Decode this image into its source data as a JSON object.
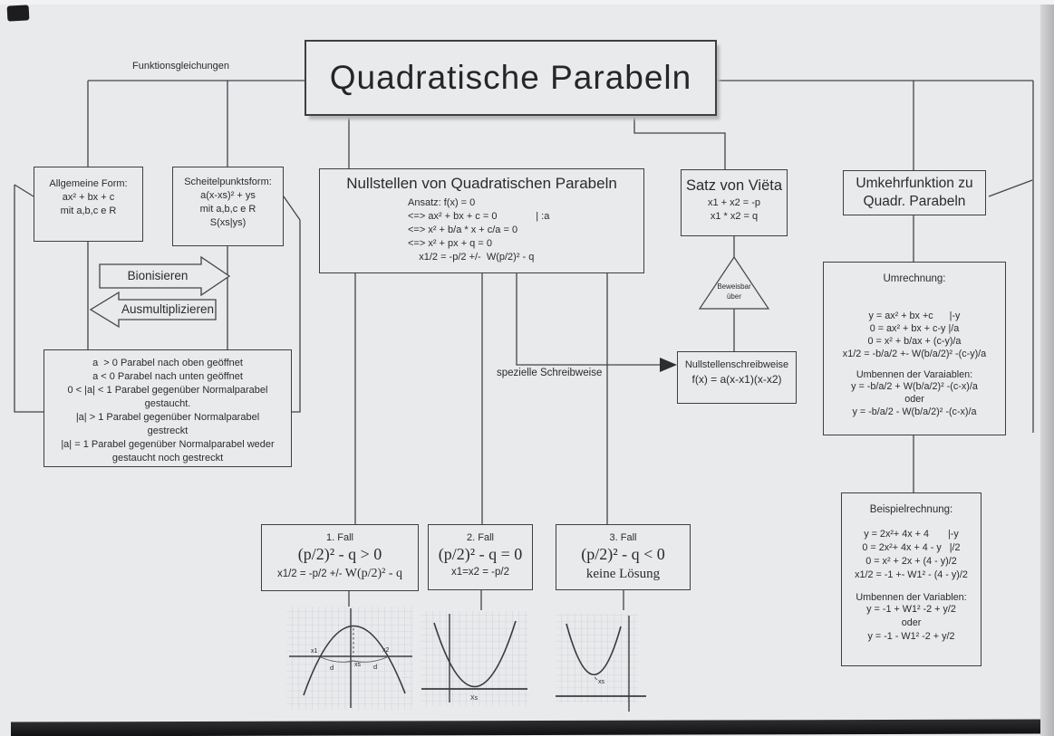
{
  "page": {
    "title": "Quadratische Parabeln"
  },
  "labels": {
    "funktionsgleichungen": "Funktionsgleichungen",
    "spezielle_schreibweise": "spezielle Schreibweise"
  },
  "allgemeine_form": {
    "lines": [
      "Allgemeine Form:",
      "ax² + bx + c",
      "mit a,b,c e R"
    ]
  },
  "scheitelpunktsform": {
    "lines": [
      "Scheitelpunktsform:",
      "a(x-xs)² + ys",
      "mit a,b,c e R",
      "S(xs|ys)"
    ]
  },
  "arrows": {
    "bionisieren": "Bionisieren",
    "ausmultiplizieren": "Ausmultiplizieren"
  },
  "parabel_eigenschaften": {
    "lines": [
      "a  > 0 Parabel nach oben geöffnet",
      "a < 0 Parabel nach unten geöffnet",
      "0 < |a| < 1 Parabel gegenüber Normalparabel",
      "gestaucht.",
      "|a| > 1 Parabel gegenüber Normalparabel",
      "gestreckt",
      "|a| = 1 Parabel gegenüber Normalparabel weder",
      "gestaucht noch gestreckt"
    ]
  },
  "nullstellen": {
    "title": "Nullstellen von Quadratischen Parabeln",
    "lines": [
      "Ansatz: f(x) = 0",
      "<=> ax² + bx + c = 0              | :a",
      "<=> x² + b/a * x + c/a = 0",
      "<=> x² + px + q = 0",
      "    x1/2 = -p/2 +/-  W(p/2)² - q"
    ]
  },
  "vieta": {
    "title": "Satz von Viëta",
    "lines": [
      "x1 + x2 = -p",
      "x1 * x2 = q"
    ]
  },
  "beweisbar": {
    "line1": "Beweisbar",
    "line2": "über"
  },
  "nullstellenschreibweise": {
    "title": "Nullstellenschreibweise",
    "formula": "f(x) = a(x-x1)(x-x2)"
  },
  "umkehrfunktion": {
    "lines": [
      "Umkehrfunktion zu",
      "Quadr. Parabeln"
    ]
  },
  "umrechnung": {
    "title": "Umrechnung:",
    "lines": [
      "y = ax² + bx +c      |-y",
      "0 = ax² + bx + c-y |/a",
      "0 = x² + b/ax + (c-y)/a",
      "x1/2 = -b/a/2 +- W(b/a/2)² -(c-y)/a"
    ],
    "subtitle": "Umbennen der Varaiablen:",
    "lines2": [
      "y = -b/a/2 + W(b/a/2)² -(c-x)/a",
      "oder",
      "y = -b/a/2 - W(b/a/2)² -(c-x)/a"
    ]
  },
  "beispielrechnung": {
    "title": "Beispielrechnung:",
    "lines": [
      "y = 2x²+ 4x + 4       |-y",
      "0 = 2x²+ 4x + 4 - y   |/2",
      "0 = x² + 2x + (4 - y)/2",
      "x1/2 = -1 +- W1² - (4 - y)/2"
    ],
    "subtitle": "Umbennen der Variablen:",
    "lines2": [
      "y = -1 + W1² -2 + y/2",
      "oder",
      "y = -1 - W1² -2 + y/2"
    ]
  },
  "faelle": [
    {
      "name": "1. Fall",
      "condition": "(p/2)² - q > 0",
      "result_a": "x1/2 = -p/2 +/- ",
      "result_b": "W(p/2)² - q"
    },
    {
      "name": "2. Fall",
      "condition": "(p/2)² - q = 0",
      "result_a": "x1=x2  = -p/2",
      "result_b": ""
    },
    {
      "name": "3. Fall",
      "condition": "(p/2)² - q < 0",
      "result_a": "",
      "result_b": "keine Lösung"
    }
  ],
  "graphs": {
    "fall1": {
      "x1": "x1",
      "x2": "x2",
      "xs": "xs",
      "d_left": "d",
      "d_right": "d"
    },
    "fall2": {
      "xs": "Xs"
    },
    "fall3": {
      "xs": "xs"
    }
  },
  "colors": {
    "paper": "#e9eaec",
    "ink": "#2b2b2e",
    "line": "#45454a",
    "grid": "#bdc0c9",
    "scan_bar": "#1d1d1f"
  }
}
